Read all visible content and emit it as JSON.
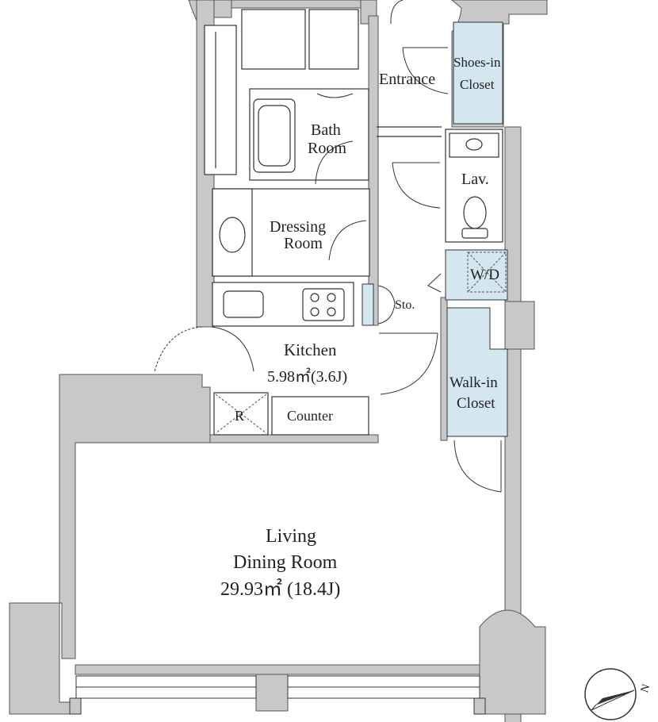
{
  "rooms": {
    "entrance": "Entrance",
    "shoes_closet_line1": "Shoes-in",
    "shoes_closet_line2": "Closet",
    "bath_line1": "Bath",
    "bath_line2": "Room",
    "lav": "Lav.",
    "dressing_line1": "Dressing",
    "dressing_line2": "Room",
    "wd": "W/D",
    "storage": "Sto.",
    "kitchen": "Kitchen",
    "kitchen_area": "5.98㎡(3.6J)",
    "refrigerator": "R",
    "counter": "Counter",
    "walkin_line1": "Walk-in",
    "walkin_line2": "Closet",
    "living_line1": "Living",
    "living_line2": "Dining Room",
    "living_area": "29.93㎡ (18.4J)"
  },
  "compass": {
    "label": "N"
  },
  "colors": {
    "wall": "#c8c8c8",
    "closet": "#d4e6ef",
    "line": "#333333"
  }
}
